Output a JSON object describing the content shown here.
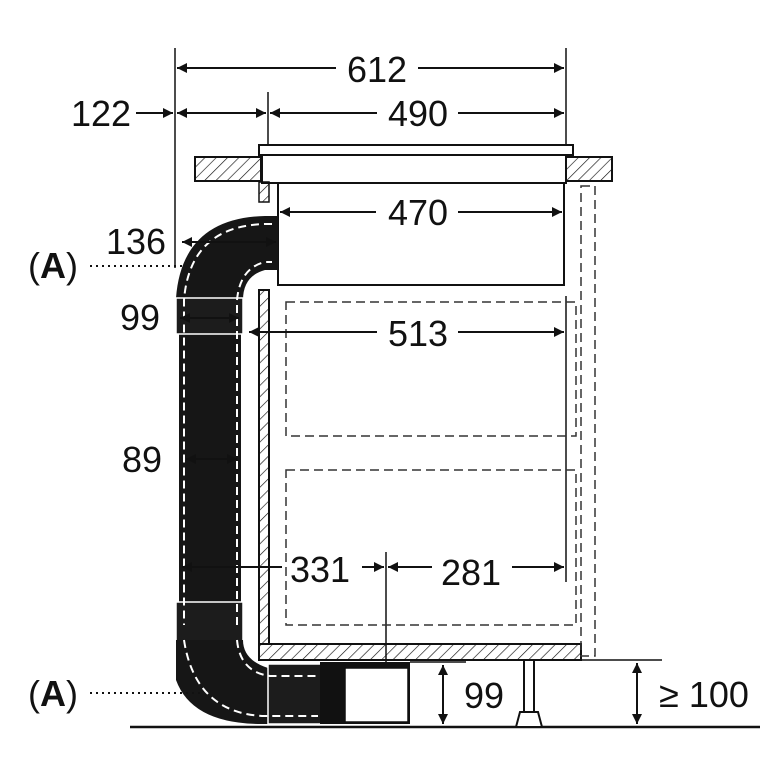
{
  "dimensions": {
    "overall_width": "612",
    "offset_left": "122",
    "hob_width": "490",
    "cutout_width": "470",
    "duct_offset": "136",
    "duct_depth_upper": "99",
    "duct_depth_lower": "89",
    "inner_width": "513",
    "duct_to_axis": "331",
    "axis_to_back": "281",
    "plinth_duct_height": "99",
    "plinth_height": "≥ 100"
  },
  "callouts": {
    "top_open": "(",
    "top_letter": "A",
    "top_close": ")",
    "bottom_open": "(",
    "bottom_letter": "A",
    "bottom_close": ")"
  }
}
